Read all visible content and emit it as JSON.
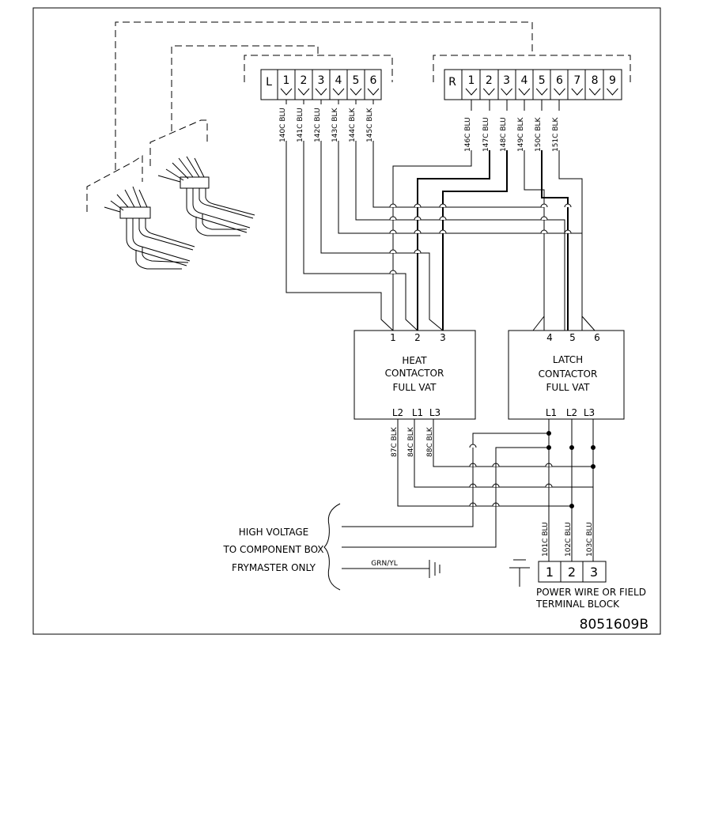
{
  "left_connector": {
    "label": "L",
    "pins": [
      "1",
      "2",
      "3",
      "4",
      "5",
      "6"
    ]
  },
  "right_connector": {
    "label": "R",
    "pins": [
      "1",
      "2",
      "3",
      "4",
      "5",
      "6",
      "7",
      "8",
      "9"
    ]
  },
  "left_wires": [
    "140C BLU",
    "141C BLU",
    "142C BLU",
    "143C BLK",
    "144C BLK",
    "145C BLK"
  ],
  "right_wires": [
    "146C BLU",
    "147C BLU",
    "148C BLU",
    "149C BLK",
    "150C BLK",
    "151C BLK"
  ],
  "heat_contactor": {
    "title_lines": [
      "HEAT",
      "CONTACTOR",
      "FULL VAT"
    ],
    "top_terminals": [
      "1",
      "2",
      "3"
    ],
    "bottom_terminals": [
      "L2",
      "L1",
      "L3"
    ]
  },
  "latch_contactor": {
    "title_lines": [
      "LATCH",
      "CONTACTOR",
      "FULL VAT"
    ],
    "top_terminals": [
      "4",
      "5",
      "6"
    ],
    "bottom_terminals": [
      "L1",
      "L2",
      "L3"
    ]
  },
  "heat_output_wires": [
    "87C BLK",
    "84C BLK",
    "88C BLK"
  ],
  "power_wires": [
    "101C BLU",
    "102C BLU",
    "103C BLU"
  ],
  "high_voltage_lines": [
    "HIGH VOLTAGE",
    "TO COMPONENT BOX",
    "FRYMASTER ONLY"
  ],
  "ground_wire": "GRN/YL",
  "terminal_block": {
    "terminals": [
      "1",
      "2",
      "3"
    ],
    "caption_lines": [
      "POWER WIRE OR FIELD",
      "TERMINAL BLOCK"
    ]
  },
  "drawing_number": "8051609B"
}
